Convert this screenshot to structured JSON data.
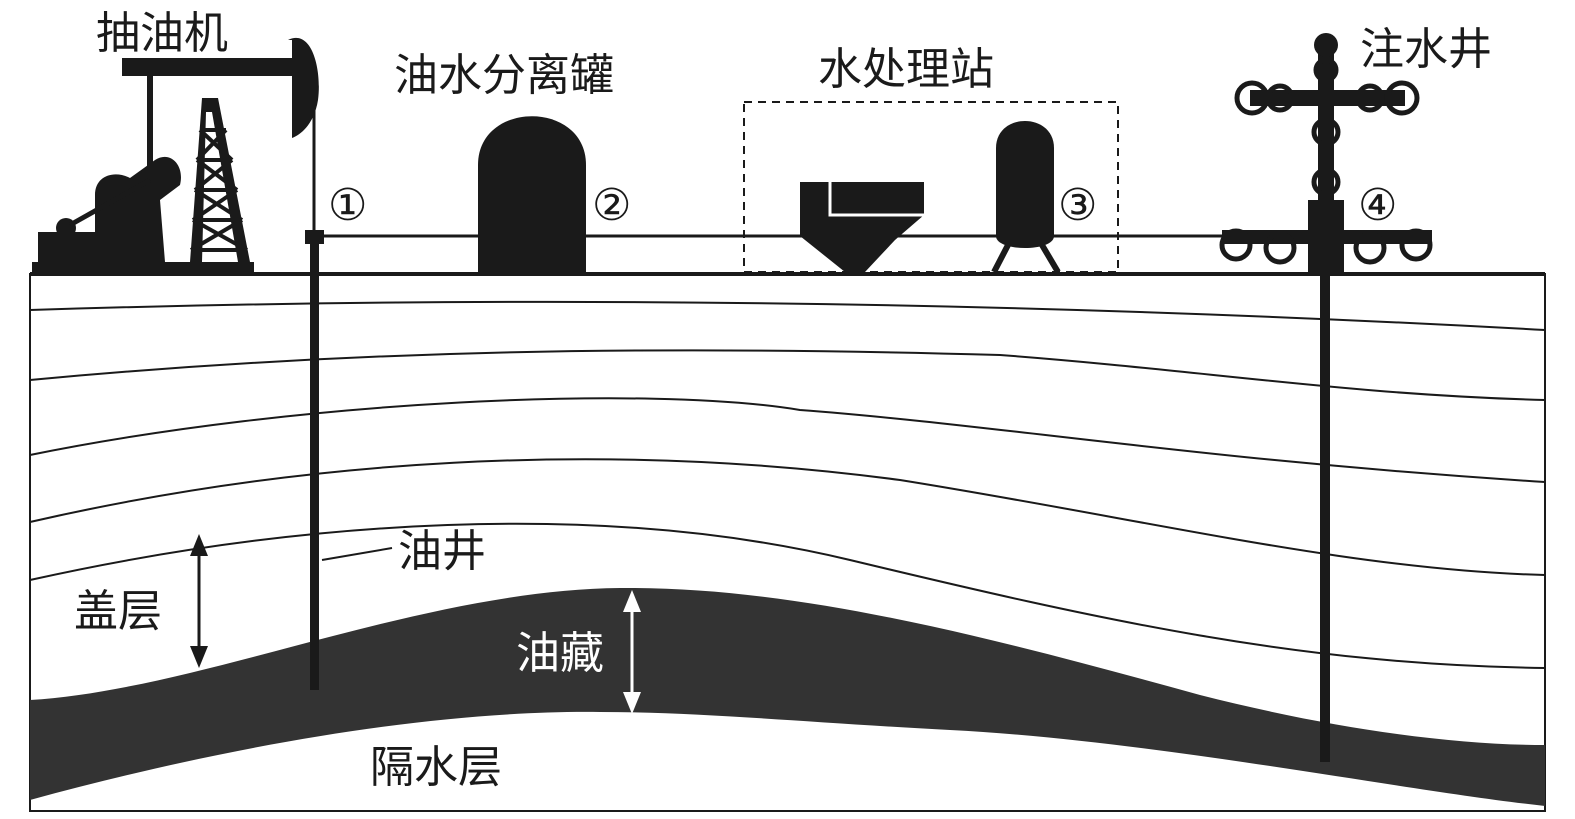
{
  "labels": {
    "pump_jack": "抽油机",
    "separator_tank": "油水分离罐",
    "water_station": "水处理站",
    "injection_well": "注水井",
    "oil_well": "油井",
    "cap_rock": "盖层",
    "reservoir": "油藏",
    "aquiclude": "隔水层"
  },
  "markers": [
    "①",
    "②",
    "③",
    "④"
  ],
  "colors": {
    "ink": "#1a1a1a",
    "oil_reservoir": "#333333",
    "background": "#ffffff"
  }
}
